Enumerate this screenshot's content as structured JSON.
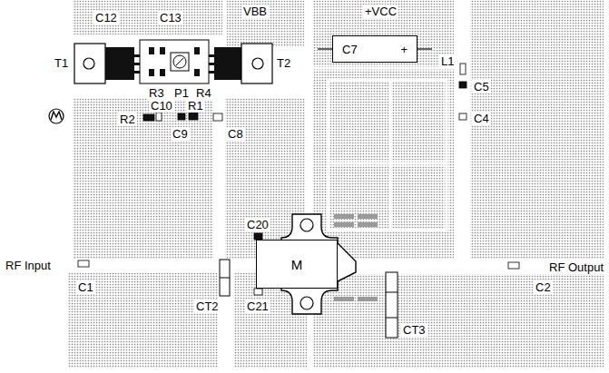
{
  "diagram": {
    "nodes": [
      {
        "text": [
          "C7",
          "+"
        ]
      },
      {
        "text": [
          "M"
        ]
      }
    ],
    "labels": [
      "VBB",
      "+VCC",
      "C12",
      "C13",
      "T1",
      "T2",
      "L1",
      "R3",
      "P1",
      "R4",
      "C5",
      "R1",
      "C10",
      "R2",
      "C9",
      "C8",
      "C4",
      "C20",
      "RF Input",
      "RF Output",
      "C1",
      "C2",
      "CT2",
      "C21",
      "CT3"
    ]
  }
}
